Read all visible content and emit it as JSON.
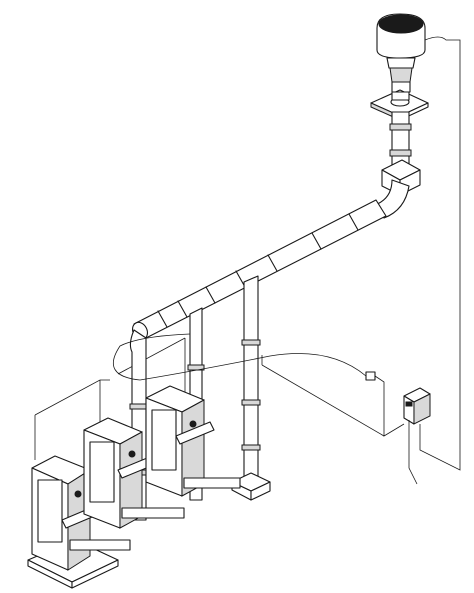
{
  "diagram": {
    "colors": {
      "background": "#ffffff",
      "line": "#1a1a1a",
      "fill_gray": "#d9d9d9"
    },
    "components": [
      "vent-terminal",
      "roof-flashing",
      "vertical-vent-pipe",
      "vent-elbow",
      "horizontal-common-vent",
      "vent-riser",
      "water-heater-unit",
      "control-panel",
      "sensor",
      "wiring"
    ]
  }
}
